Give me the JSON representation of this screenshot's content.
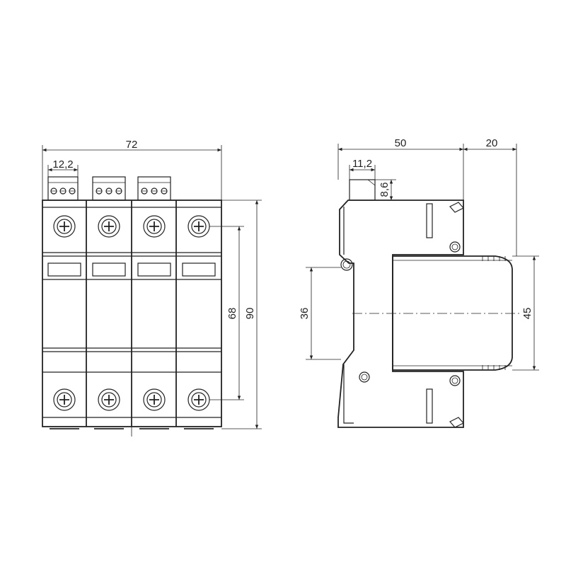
{
  "front_view": {
    "width_label": "72",
    "terminal_pitch_label": "12,2",
    "terminal_spacing_label": "68",
    "height_label": "90"
  },
  "side_view": {
    "depth_label": "50",
    "front_depth_label": "20",
    "connector_width_label": "11,2",
    "connector_height_label": "8,6",
    "rail_height_label": "36",
    "front_height_label": "45"
  },
  "colors": {
    "line": "#222222",
    "background": "#ffffff"
  }
}
